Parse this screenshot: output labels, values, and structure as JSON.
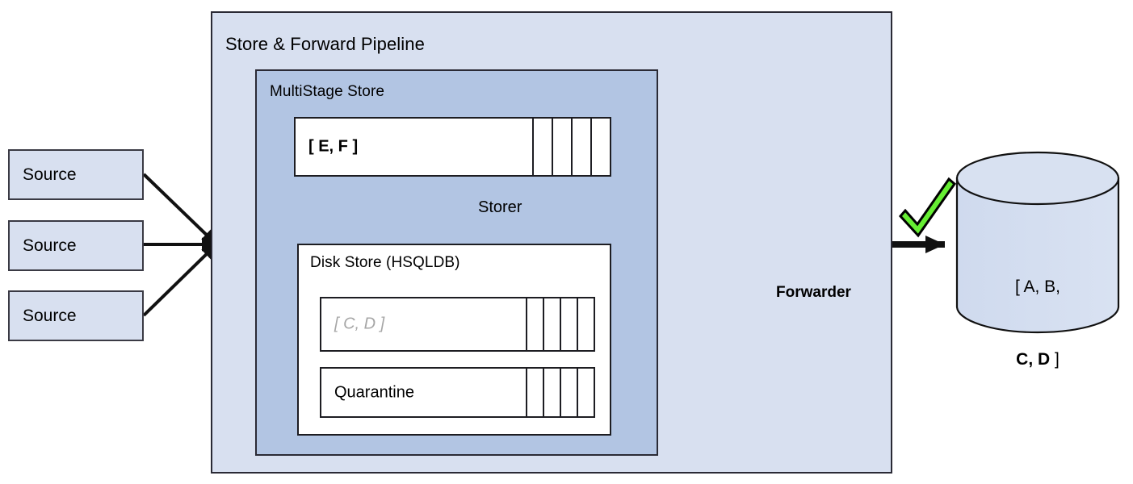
{
  "diagram": {
    "title": "Store & Forward Pipeline",
    "type": "architecture-flow"
  },
  "pipeline": {
    "title": "Store & Forward Pipeline"
  },
  "multistage_store": {
    "title": "MultiStage Store",
    "memory_queue": {
      "label": "[ E, F ]",
      "slot_count": 4
    },
    "storer": {
      "label": "Storer",
      "arrow_icon": "down-block-arrow-icon"
    },
    "disk_store": {
      "title": "Disk Store (HSQLDB)",
      "queues": [
        {
          "name": "disk-queue",
          "label": "[ C, D ]",
          "slot_count": 4,
          "style": "muted-italic"
        },
        {
          "name": "quarantine-queue",
          "label": "Quarantine",
          "slot_count": 4,
          "style": "normal"
        }
      ]
    }
  },
  "sources": [
    {
      "label": "Source"
    },
    {
      "label": "Source"
    },
    {
      "label": "Source"
    }
  ],
  "forwarder": {
    "label": "Forwarder",
    "arrow_icon": "right-block-arrow-icon"
  },
  "destination": {
    "icon": "database-cylinder-icon",
    "line1": "[ A, B,",
    "line2_bold": "C, D",
    "line2_tail": " ]",
    "status_icon": "green-checkmark-icon"
  },
  "colors": {
    "pipeline_fill": "#d8e0f0",
    "multistage_fill": "#b2c5e3",
    "queue_fill": "#ffffff",
    "source_fill": "#d8e0f0",
    "stroke": "#1d1d22",
    "arrow_fill_light": "#e8eef8",
    "arrow_fill_blue": "#b2c5e3",
    "cylinder_fill": "#d4deef",
    "check_green": "#66ee33",
    "muted_text": "#a6a6a6"
  }
}
